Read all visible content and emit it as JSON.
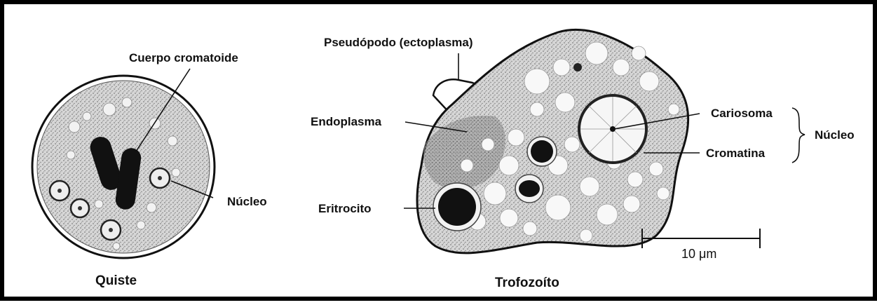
{
  "labels": {
    "cuerpo_cromatoide": "Cuerpo cromatoide",
    "nucleo_quiste": "Núcleo",
    "pseudopodo": "Pseudópodo (ectoplasma)",
    "endoplasma": "Endoplasma",
    "eritrocito": "Eritrocito",
    "cariosoma": "Cariosoma",
    "cromatina": "Cromatina",
    "nucleo_group": "Núcleo"
  },
  "captions": {
    "quiste": "Quiste",
    "trofozoito": "Trofozoíto"
  },
  "scale_bar": {
    "label": "10 μm"
  },
  "colors": {
    "border": "#000000",
    "ink": "#111111",
    "cytoplasm": "#cfcfcf",
    "vacuole": "#f4f4f4"
  }
}
